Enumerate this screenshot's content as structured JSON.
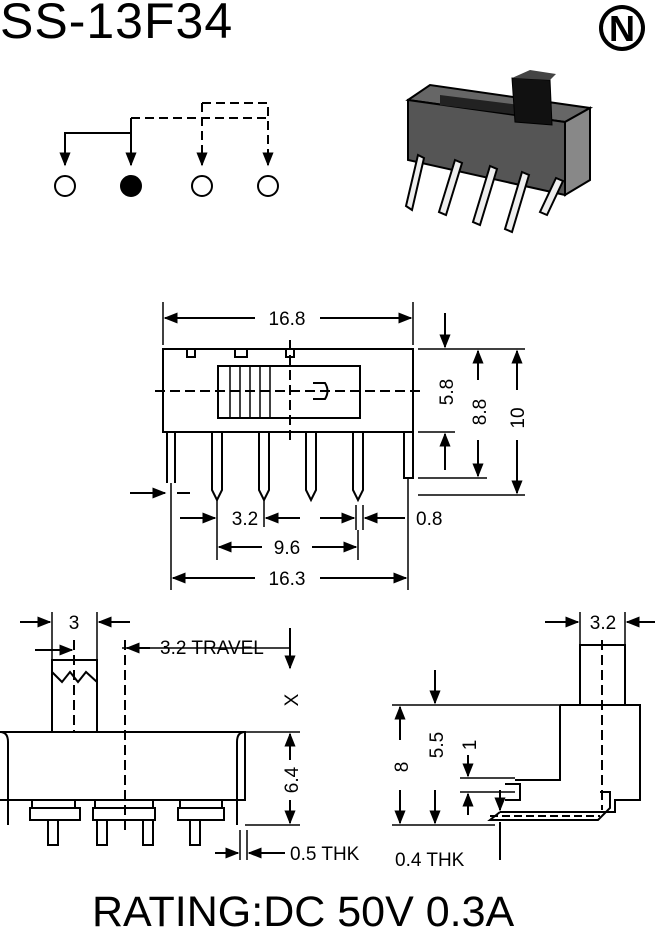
{
  "title": "SS-13F34",
  "logo_letter": "N",
  "rating": "RATING:DC 50V 0.3A",
  "top_view": {
    "overall_length": "16.8",
    "body_height": "5.8",
    "pin_height": "8.8",
    "total_height": "10",
    "pitch": "3.2",
    "pin_thk": "0.8",
    "span_3pins": "9.6",
    "pin_span": "16.3"
  },
  "front_view": {
    "knob_width": "3",
    "travel": "3.2 TRAVEL",
    "x_label": "X",
    "body_height": "6.4",
    "thk": "0.5 THK"
  },
  "side_view": {
    "knob_width": "3.2",
    "total": "8",
    "height": "5.5",
    "offset": "1",
    "thk": "0.4 THK"
  },
  "colors": {
    "line": "#000000",
    "body": "#333333",
    "background": "#ffffff"
  }
}
